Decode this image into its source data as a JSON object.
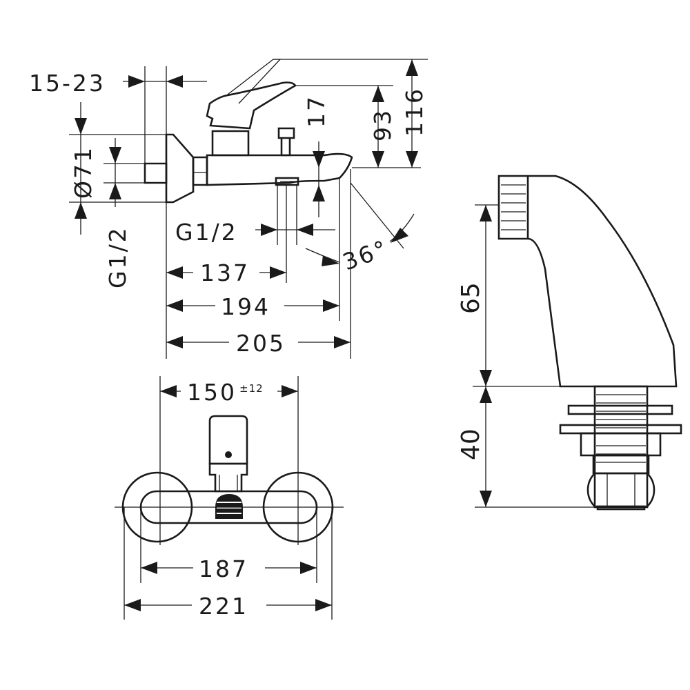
{
  "dimensions": {
    "wall_range": "15-23",
    "diameter": "Ø71",
    "inlet_thread_left": "G1/2",
    "outlet_thread": "G1/2",
    "spout_offset": "17",
    "height_93": "93",
    "height_116": "116",
    "spout_angle": "36°",
    "len_137": "137",
    "len_194": "194",
    "len_205": "205",
    "centers_value": "150",
    "centers_tolerance": "±12",
    "width_187": "187",
    "width_221": "221",
    "extension_65": "65",
    "extension_40": "40"
  }
}
